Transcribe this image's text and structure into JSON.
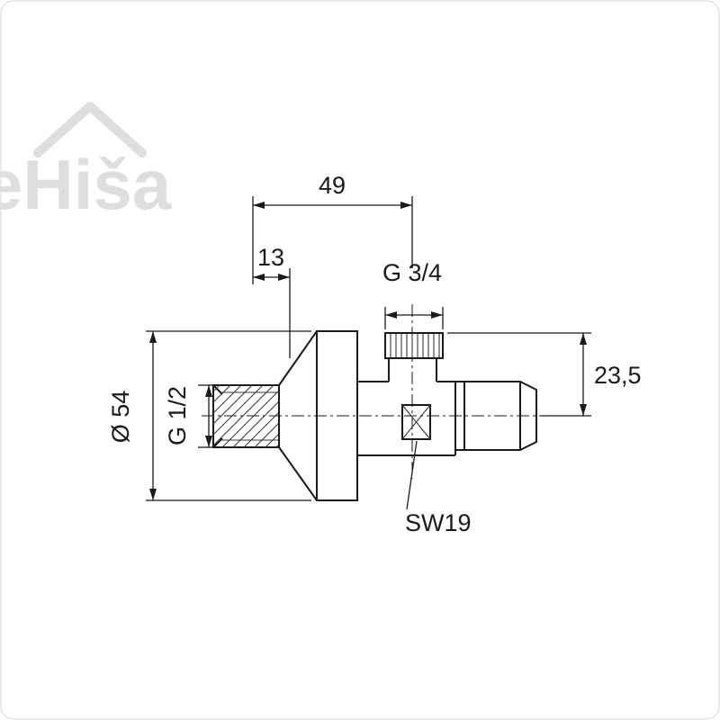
{
  "page": {
    "background": "#ffffff",
    "border_color": "#e3e3e3"
  },
  "watermark": {
    "text": "eHiša",
    "color": "#dedede"
  },
  "drawing": {
    "line_color": "#1a1a1a",
    "dimensions": {
      "top_width": "49",
      "thread_length": "13",
      "top_thread": "G 3/4",
      "flange_diameter": "Ø 54",
      "inlet_thread": "G 1/2",
      "outlet_height": "23,5",
      "spindle_hex": "SW19"
    }
  }
}
